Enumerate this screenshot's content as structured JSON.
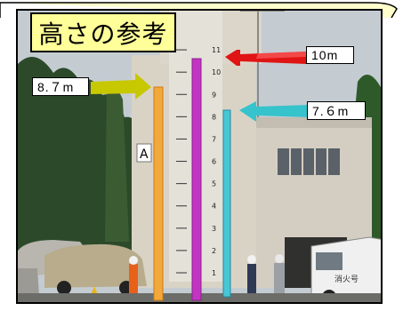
{
  "title": "高さの参考",
  "labels": {
    "ten": "10m",
    "eight_seven": "8.７m",
    "seven_six": "7.６m"
  },
  "scale_numbers": [
    "1",
    "2",
    "3",
    "4",
    "5",
    "6",
    "7",
    "8",
    "9",
    "10",
    "11"
  ],
  "building_letter": "A",
  "truck_text": "消火号",
  "colors": {
    "title_bg": "#ffff99",
    "orange_pole": "#f2a83a",
    "purple_pole": "#c235c2",
    "cyan_pole": "#48c6d6",
    "red_arrow": "#e01414",
    "yellow_arrow": "#c8c800",
    "cyan_arrow": "#36c3cc"
  }
}
